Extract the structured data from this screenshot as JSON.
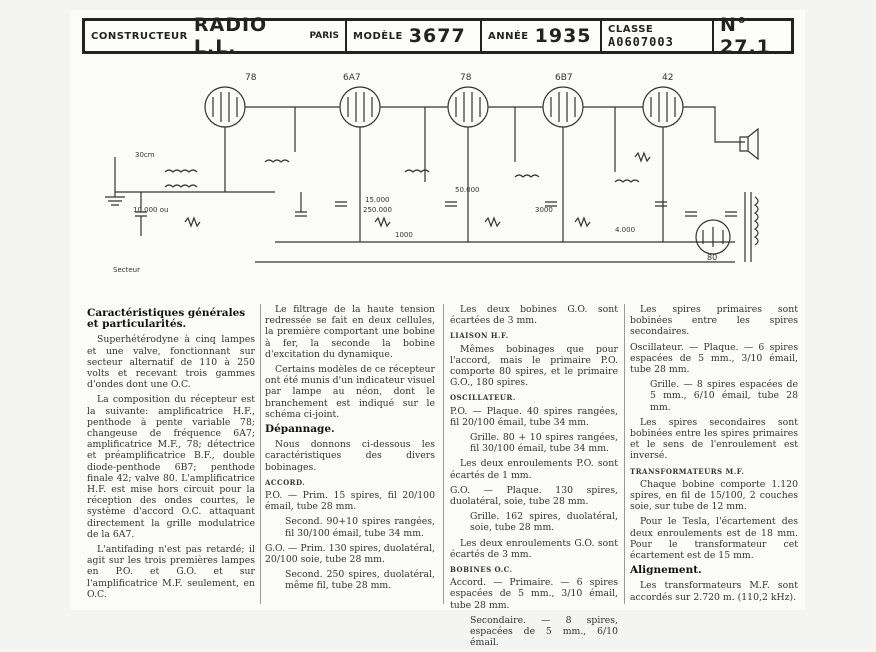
{
  "header": {
    "constructeur_label": "CONSTRUCTEUR",
    "constructeur_value": "RADIO L.L.",
    "constructeur_city": "PARIS",
    "modele_label": "MODÈLE",
    "modele_value": "3677",
    "annee_label": "ANNÉE",
    "annee_value": "1935",
    "classe_label": "CLASSE",
    "classe_value": "A0607003",
    "numero_value": "N° 27.1"
  },
  "schematic": {
    "tubes": [
      "78",
      "6A7",
      "78",
      "6B7",
      "42",
      "80"
    ],
    "labels": [
      "30cm",
      "10.000 ou",
      "Secteur",
      "250.000",
      "50.000",
      "1000",
      "3000",
      "15.000",
      "4.000"
    ]
  },
  "col1": {
    "title": "Caractéristiques générales et particularités.",
    "p1": "Superhétérodyne à cinq lampes et une valve, fonctionnant sur secteur alternatif de 110 à 250 volts et recevant trois gammes d'ondes dont une O.C.",
    "p2": "La composition du récepteur est la suivante: amplificatrice H.F., penthode à pente variable 78; changeuse de fréquence 6A7; amplificatrice M.F., 78; détectrice et préamplificatrice B.F., double diode-penthode 6B7; penthode finale 42; valve 80. L'amplificatrice H.F. est mise hors circuit pour la réception des ondes courtes, le système d'accord O.C. attaquant directement la grille modulatrice de la 6A7.",
    "p3": "L'antifading n'est pas retardé; il agit sur les trois premières lampes en P.O. et G.O. et sur l'amplificatrice M.F. seulement, en O.C."
  },
  "col2": {
    "p1": "Le filtrage de la haute tension redressée se fait en deux cellules, la première comportant une bobine à fer, la seconde la bobine d'excitation du dynamique.",
    "p2": "Certains modèles de ce récepteur ont été munis d'un indicateur visuel par lampe au néon, dont le branchement est indiqué sur le schéma ci-joint.",
    "h_depannage": "Dépannage.",
    "p3": "Nous donnons ci-dessous les caractéristiques des divers bobinages.",
    "sub_accord": "ACCORD.",
    "po_prim": "P.O. — Prim. 15 spires, fil 20/100 émail, tube 28 mm.",
    "po_sec": "Second. 90+10 spires rangées, fil 30/100 émail, tube 34 mm.",
    "go_prim": "G.O. — Prim. 130 spires, duolatéral, 20/100 soie, tube 28 mm.",
    "go_sec": "Second. 250 spires, duolatéral, même fil, tube 28 mm."
  },
  "col3": {
    "p1": "Les deux bobines G.O. sont écartées de 3 mm.",
    "sub_liaison": "LIAISON H.F.",
    "p2": "Mêmes bobinages que pour l'accord, mais le primaire P.O. comporte 80 spires, et le primaire G.O., 180 spires.",
    "sub_osc": "OSCILLATEUR.",
    "po_plaque": "P.O. — Plaque. 40 spires rangées, fil 20/100 émail, tube 34 mm.",
    "po_grille": "Grille. 80 + 10 spires rangées, fil 30/100 émail, tube 34 mm.",
    "p3": "Les deux enroulements P.O. sont écartés de 1 mm.",
    "go_plaque": "G.O. — Plaque. 130 spires, duolatéral, soie, tube 28 mm.",
    "go_grille": "Grille. 162 spires, duolatéral, soie, tube 28 mm.",
    "p4": "Les deux enroulements G.O. sont écartés de 3 mm.",
    "sub_boc": "BOBINES O.C.",
    "accord_prim": "Accord. — Primaire. — 6 spires espacées de 5 mm., 3/10 émail, tube 28 mm.",
    "secondaire": "Secondaire. — 8 spires, espacées de 5 mm., 6/10 émail."
  },
  "col4": {
    "p1": "Les spires primaires sont bobinées entre les spires secondaires.",
    "osc_plaque": "Oscillateur. — Plaque. — 6 spires espacées de 5 mm., 3/10 émail, tube 28 mm.",
    "grille": "Grille. — 8 spires espacées de 5 mm., 6/10 émail, tube 28 mm.",
    "p2": "Les spires secondaires sont bobinées entre les spires primaires et le sens de l'enroulement est inversé.",
    "sub_trans": "TRANSFORMATEURS M.F.",
    "p3": "Chaque bobine comporte 1.120 spires, en fil de 15/100, 2 couches soie, sur tube de 12 mm.",
    "p4": "Pour le Tesla, l'écartement des deux enroulements est de 18 mm. Pour le transformateur cet écartement est de 15 mm.",
    "h_alignement": "Alignement.",
    "p5": "Les transformateurs M.F. sont accordés sur 2.720 m. (110,2 kHz)."
  }
}
